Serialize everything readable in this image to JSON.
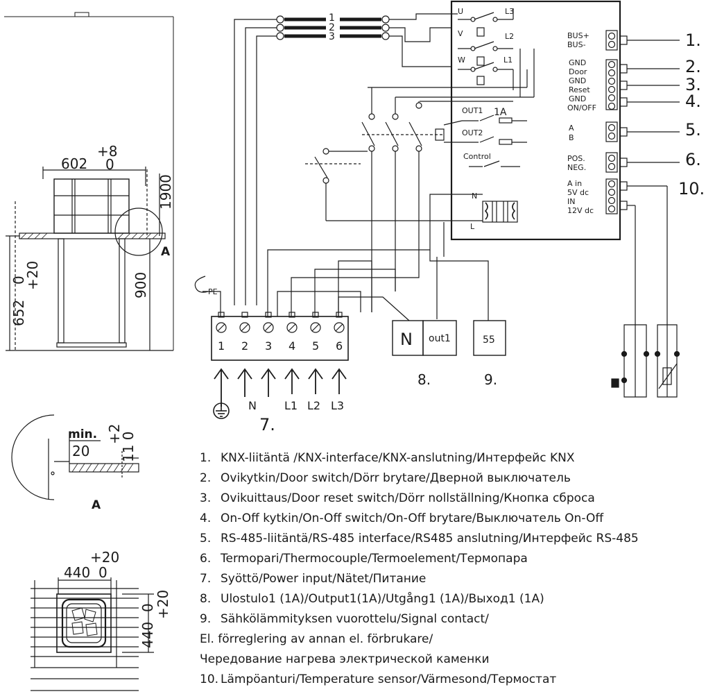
{
  "dimensions": {
    "sauna_width": "602",
    "sauna_width_tol_plus": "+8",
    "sauna_width_tol_zero": "0",
    "height_min": "1900",
    "inner_height": "900",
    "floor_height": "652",
    "floor_tol_zero": "0",
    "floor_tol_plus": "+20",
    "detail_marker": "A"
  },
  "detail_a": {
    "label_min": "min.",
    "value_min": "20",
    "tol_plus": "+2",
    "tol_values": "11 0",
    "caption": "A"
  },
  "top_view": {
    "width": "440",
    "width_tol_zero": "0",
    "width_tol_plus": "+20",
    "depth": "440",
    "depth_tol_zero": "0",
    "depth_tol_plus": "+20"
  },
  "wiring": {
    "wire_numbers": [
      "1",
      "2",
      "3"
    ],
    "relay_labels": [
      "U",
      "V",
      "W",
      "L3",
      "L2",
      "L1"
    ],
    "out_labels": [
      "OUT1",
      "OUT2",
      "Control",
      "1A"
    ],
    "transformer": [
      "N",
      "L"
    ],
    "pe_label": "PE",
    "terminal_numbers": [
      "1",
      "2",
      "3",
      "4",
      "5",
      "6"
    ],
    "supply_labels": [
      "N",
      "L1",
      "L2",
      "L3"
    ],
    "out_box_n": "N",
    "out_box_out1": "out1",
    "signal_box": "55",
    "ref_power": "7.",
    "ref_output": "8.",
    "ref_signal": "9.",
    "connector_labels": [
      [
        "BUS+",
        "BUS-"
      ],
      [
        "GND",
        "Door",
        "GND",
        "Reset",
        "GND",
        "ON/OFF"
      ],
      [
        "A",
        "B"
      ],
      [
        "POS.",
        "NEG."
      ],
      [
        "A in",
        "5V dc",
        "IN",
        "12V dc"
      ]
    ],
    "side_refs": [
      "1.",
      "2.",
      "3.",
      "4.",
      "5.",
      "6.",
      "10."
    ]
  },
  "legend": [
    {
      "num": "1.",
      "text": "KNX-liitäntä /KNX-interface/KNX-anslutning/Интерфейс KNX"
    },
    {
      "num": "2.",
      "text": "Ovikytkin/Door switch/Dörr brytare/Дверной выключатель"
    },
    {
      "num": "3.",
      "text": "Ovikuittaus/Door reset switch/Dörr nollställning/Кнопка сброса"
    },
    {
      "num": "4.",
      "text": "On-Off kytkin/On-Off switch/On-Off brytare/Выключатель On-Off"
    },
    {
      "num": "5.",
      "text": "RS-485-liitäntä/RS-485 interface/RS485 anslutning/Интерфейс RS-485"
    },
    {
      "num": "6.",
      "text": "Termopari/Thermocouple/Termoelement/Термопара"
    },
    {
      "num": "7.",
      "text": "Syöttö/Power input/Nätet/Питание"
    },
    {
      "num": "8.",
      "text": "Ulostulo1 (1A)/Output1(1A)/Utgång1 (1A)/Выход1 (1A)"
    },
    {
      "num": "9.",
      "text": "Sähkölämmityksen vuorottelu/Signal contact/"
    },
    {
      "num": "",
      "text": "El. förreglering av annan el. förbrukare/"
    },
    {
      "num": "",
      "text": "Чередование нагрева электрической каменки"
    },
    {
      "num": "10.",
      "text": "Lämpöanturi/Temperature sensor/Värmesond/Термостат"
    }
  ]
}
